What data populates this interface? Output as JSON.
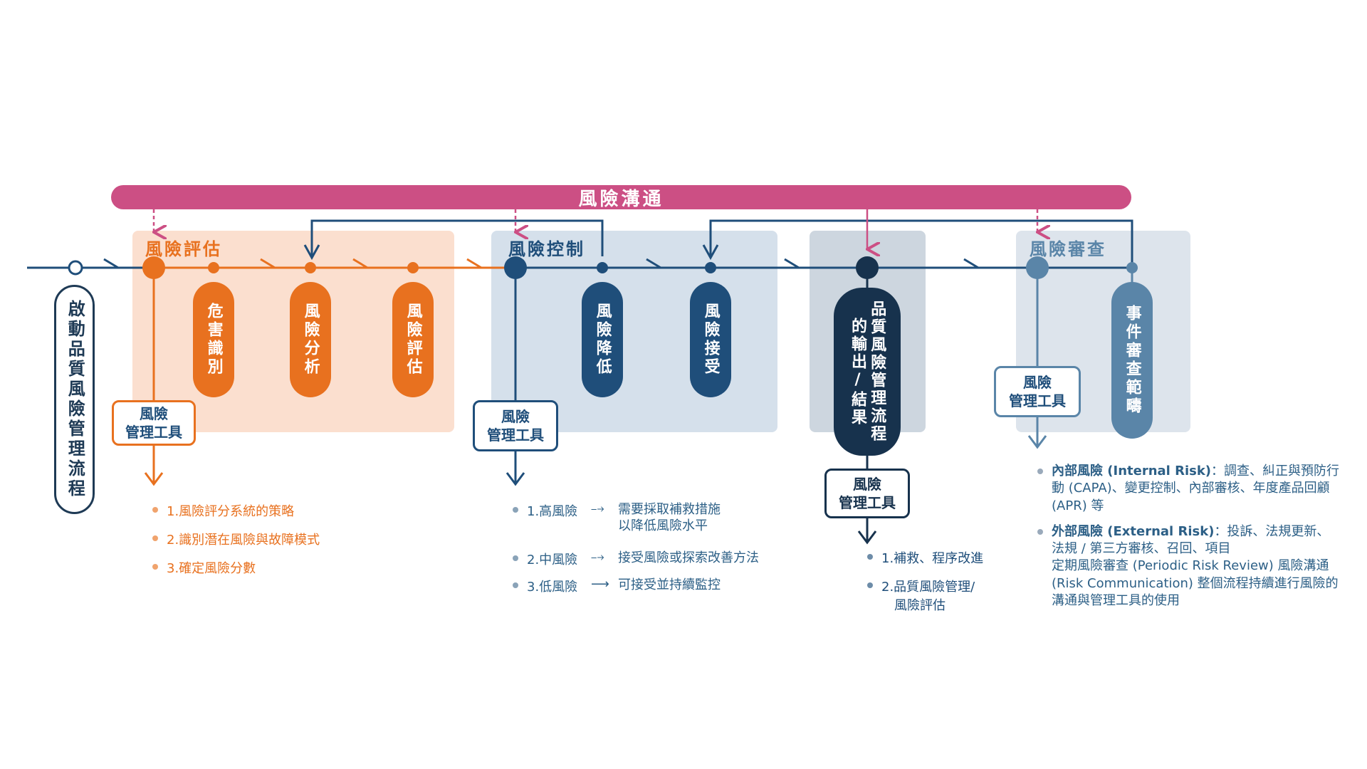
{
  "communication_label": "風險溝通",
  "start_label": "啟動品質風險管理流程",
  "assessment": {
    "title": "風險評估",
    "steps": [
      "危害識別",
      "風險分析",
      "風險評估"
    ],
    "tool_line1": "風險",
    "tool_line2": "管理工具",
    "notes": [
      "1.風險評分系統的策略",
      "2.識別潛在風險與故障模式",
      "3.確定風險分數"
    ]
  },
  "control": {
    "title": "風險控制",
    "steps": [
      "風險降低",
      "風險接受"
    ],
    "tool_line1": "風險",
    "tool_line2": "管理工具",
    "levels": [
      {
        "level": "1.高風險",
        "desc1": "需要採取補救措施",
        "desc2": "以降低風險水平"
      },
      {
        "level": "2.中風險",
        "desc1": "接受風險或探索改善方法",
        "desc2": ""
      },
      {
        "level": "3.低風險",
        "desc1": "可接受並持續監控",
        "desc2": ""
      }
    ]
  },
  "output": {
    "pill_col1": "品質風險管理流程",
    "pill_col2": "的輸出/結果",
    "tool_line1": "風險",
    "tool_line2": "管理工具",
    "notes": [
      "1.補救、程序改進",
      "2.品質風險管理/",
      "風險評估"
    ]
  },
  "review": {
    "title": "風險審查",
    "pill": "事件審查範疇",
    "tool_line1": "風險",
    "tool_line2": "管理工具",
    "internal_bold": "內部風險 (Internal Risk)",
    "internal_text": "：調查、糾正與預防行動 (CAPA)、變更控制、內部審核、年度產品回顧 (APR) 等",
    "external_bold": "外部風險 (External Risk)",
    "external_text": "：投訴、法規更新、法規 / 第三方審核、召回、項目",
    "periodic_text": "定期風險審查 (Periodic Risk Review) 風險溝通 (Risk Communication) 整個流程持續進行風險的溝通與管理工具的使用"
  },
  "colors": {
    "orange": "#e8711f",
    "orange_bg": "#fbdfcf",
    "navy": "#1f4e7a",
    "blue_bg": "#d5e0eb",
    "dark_navy": "#17324d",
    "grey_bg": "#cdd6df",
    "review_blue": "#5a85a8",
    "magenta": "#cc4f84"
  }
}
